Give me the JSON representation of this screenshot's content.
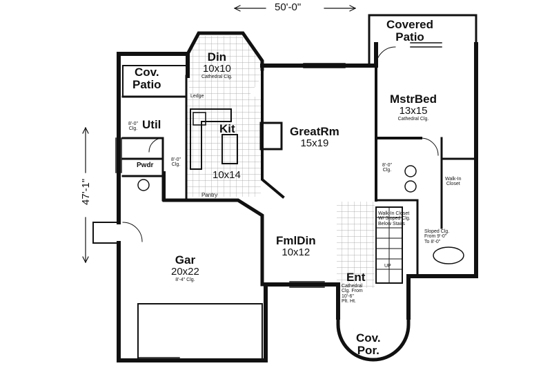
{
  "dimensions": {
    "width": "50'-0\"",
    "depth": "47'-1\""
  },
  "rooms": {
    "covered_patio": {
      "name_line1": "Covered",
      "name_line2": "Patio"
    },
    "cov_patio": {
      "name_line1": "Cov.",
      "name_line2": "Patio"
    },
    "din": {
      "name": "Din",
      "size": "10x10",
      "note": "Cathedral Clg."
    },
    "util": {
      "name": "Util",
      "clg": "8'-0\" Clg."
    },
    "ledge": {
      "name": "Ledge"
    },
    "kit": {
      "name": "Kit",
      "size": "10x14",
      "clg": "8'-0\" Clg."
    },
    "pwdr": {
      "name": "Pwdr"
    },
    "pantry": {
      "name": "Pantry"
    },
    "great_rm": {
      "name": "GreatRm",
      "size": "15x19"
    },
    "mstr_bed": {
      "name": "MstrBed",
      "size": "13x15",
      "note": "Cathedral Clg."
    },
    "bath_clg": {
      "note": "8'-0\" Clg."
    },
    "walk_in_closet": {
      "line1": "Walk-In",
      "line2": "Closet"
    },
    "closet2": {
      "line1": "Walk-In Closet",
      "line2": "W/ Sloped Clg.",
      "line3": "Below Stairs"
    },
    "sloped": {
      "line1": "Sloped Clg.",
      "line2": "From 9'-0\"",
      "line3": "To 8'-0\""
    },
    "fml_din": {
      "name": "FmlDin",
      "size": "10x12"
    },
    "gar": {
      "name": "Gar",
      "size": "20x22",
      "clg": "8'-4\" Clg."
    },
    "ent": {
      "name": "Ent",
      "note1": "Cathedral",
      "note2": "Clg. From",
      "note3": "10'-6\"",
      "note4": "Plt. Ht."
    },
    "stair": {
      "up": "UP"
    },
    "cov_por": {
      "name_line1": "Cov.",
      "name_line2": "Por."
    }
  }
}
